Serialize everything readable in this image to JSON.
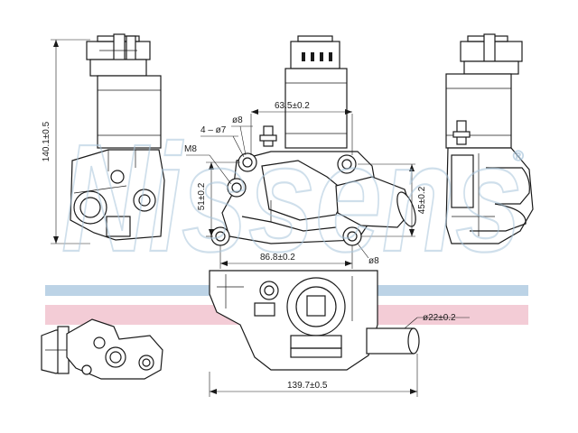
{
  "watermark": {
    "brand": "Nissens",
    "trademark": "®",
    "stripe_colors": {
      "blue": "#bcd3e6",
      "pink": "#f3ccd6",
      "outline": "#a9c6dc"
    }
  },
  "dimensions": {
    "height_total": "140.1±0.5",
    "top_width": "63.5±0.2",
    "bolt_dia_small": "ø8",
    "bolt_pattern": "4 – ø7",
    "thread": "M8",
    "vertical_spacing": "51±0.2",
    "flange_height": "45±0.2",
    "hole_spacing": "86.8±0.2",
    "bolt_dia_lower": "ø8",
    "outlet_dia": "ø22±0.2",
    "overall_length": "139.7±0.5"
  }
}
